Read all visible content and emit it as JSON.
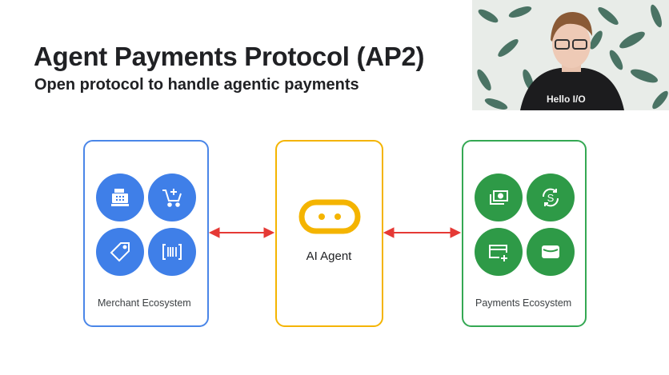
{
  "slide": {
    "title": "Agent Payments Protocol (AP2)",
    "subtitle": "Open protocol to handle agentic payments"
  },
  "diagram": {
    "merchant": {
      "label": "Merchant Ecosystem",
      "icons": [
        "cash-register-icon",
        "add-to-cart-icon",
        "price-tag-icon",
        "barcode-scanner-icon"
      ],
      "color": "#3f7fe8"
    },
    "agent": {
      "label": "AI Agent",
      "icon": "robot-face-icon",
      "color": "#f4b400"
    },
    "payments": {
      "label": "Payments Ecosystem",
      "icons": [
        "banknotes-icon",
        "currency-exchange-icon",
        "add-card-icon",
        "wallet-icon"
      ],
      "color": "#2e9a47"
    },
    "arrow_color": "#e53935"
  },
  "webcam": {
    "shirt_text": "Hello I/O"
  }
}
